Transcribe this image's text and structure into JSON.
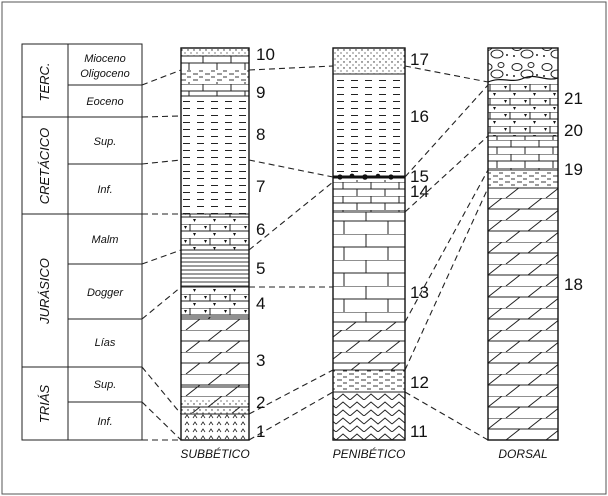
{
  "periods": [
    {
      "key": "terc",
      "label": "TERC."
    },
    {
      "key": "cret",
      "label": "CRETÁCICO"
    },
    {
      "key": "jur",
      "label": "JURÁSICO"
    },
    {
      "key": "trias",
      "label": "TRIÁS"
    }
  ],
  "epochs": [
    {
      "key": "mioceno",
      "label": "Mioceno"
    },
    {
      "key": "oligoceno",
      "label": "Oligoceno"
    },
    {
      "key": "eoceno",
      "label": "Eoceno"
    },
    {
      "key": "cret_sup",
      "label": "Sup."
    },
    {
      "key": "cret_inf",
      "label": "Inf."
    },
    {
      "key": "malm",
      "label": "Malm"
    },
    {
      "key": "dogger",
      "label": "Dogger"
    },
    {
      "key": "lias",
      "label": "Lías"
    },
    {
      "key": "trias_sup",
      "label": "Sup."
    },
    {
      "key": "trias_inf",
      "label": "Inf."
    }
  ],
  "columns": [
    {
      "key": "subbetico",
      "label": "SUBBÉTICO"
    },
    {
      "key": "penibetico",
      "label": "PENIBÉTICO"
    },
    {
      "key": "dorsal",
      "label": "DORSAL"
    }
  ],
  "units": [
    "1",
    "2",
    "3",
    "4",
    "5",
    "6",
    "7",
    "8",
    "9",
    "10",
    "11",
    "12",
    "13",
    "14",
    "15",
    "16",
    "17",
    "18",
    "19",
    "20",
    "21"
  ]
}
